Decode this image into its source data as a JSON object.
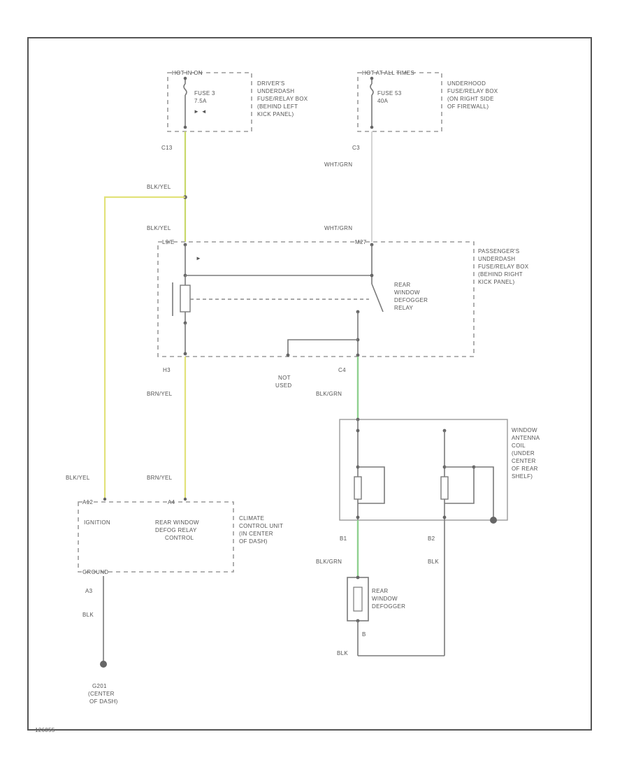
{
  "colors": {
    "yellow_wire": "#e2e27a",
    "yellow_green_wire": "#c8d86a",
    "green_wire": "#8fd08f",
    "light_wire": "#c9c9c9",
    "frame": "#555555"
  },
  "labels": {
    "hot_in_on": "HOT IN ON",
    "hot_at_all_times": "HOT AT ALL TIMES",
    "fuse_3": "FUSE 3",
    "fuse_3_rating": "7.5A",
    "fuse_53": "FUSE 53",
    "fuse_53_rating": "40A",
    "drivers_box": [
      "DRIVER'S",
      "UNDERDASH",
      "FUSE/RELAY BOX",
      "(BEHIND LEFT",
      "KICK PANEL)"
    ],
    "underhood_box": [
      "UNDERHOOD",
      "FUSE/RELAY BOX",
      "(ON RIGHT SIDE",
      "OF FIREWALL)"
    ],
    "c13": "C13",
    "c3": "C3",
    "wht_grn_1": "WHT/GRN",
    "wht_grn_2": "WHT/GRN",
    "blk_yel_1": "BLK/YEL",
    "blk_yel_2": "BLK/YEL",
    "blk_yel_3": "BLK/YEL",
    "passengers_box": [
      "PASSENGER'S",
      "UNDERDASH",
      "FUSE/RELAY BOX",
      "(BEHIND RIGHT",
      "KICK PANEL)"
    ],
    "rear_window_relay": [
      "REAR",
      "WINDOW",
      "DEFOGGER",
      "RELAY"
    ],
    "not_used": [
      "NOT",
      "USED"
    ],
    "h3": "H3",
    "c4": "C4",
    "brn_yel_1": "BRN/YEL",
    "brn_yel_2": "BRN/YEL",
    "blk_grn_1": "BLK/GRN",
    "blk_grn_2": "BLK/GRN",
    "antenna_coil": [
      "WINDOW",
      "ANTENNA",
      "COIL",
      "(UNDER",
      "CENTER",
      "OF REAR",
      "SHELF)"
    ],
    "ignition": "IGNITION",
    "rear_defog_control": [
      "REAR WINDOW",
      "DEFOG RELAY",
      "CONTROL"
    ],
    "climate_unit": [
      "CLIMATE",
      "CONTROL UNIT",
      "(IN CENTER",
      "OF DASH)"
    ],
    "ground_label": "GROUND",
    "a3": "A3",
    "blk_1": "BLK",
    "blk_2": "BLK",
    "blk_3": "BLK",
    "b1": "B1",
    "b2": "B2",
    "rear_defogger": [
      "REAR",
      "WINDOW",
      "DEFOGGER"
    ],
    "g201": [
      "G201",
      "(CENTER",
      "OF DASH)"
    ],
    "figure_id": "126855"
  }
}
